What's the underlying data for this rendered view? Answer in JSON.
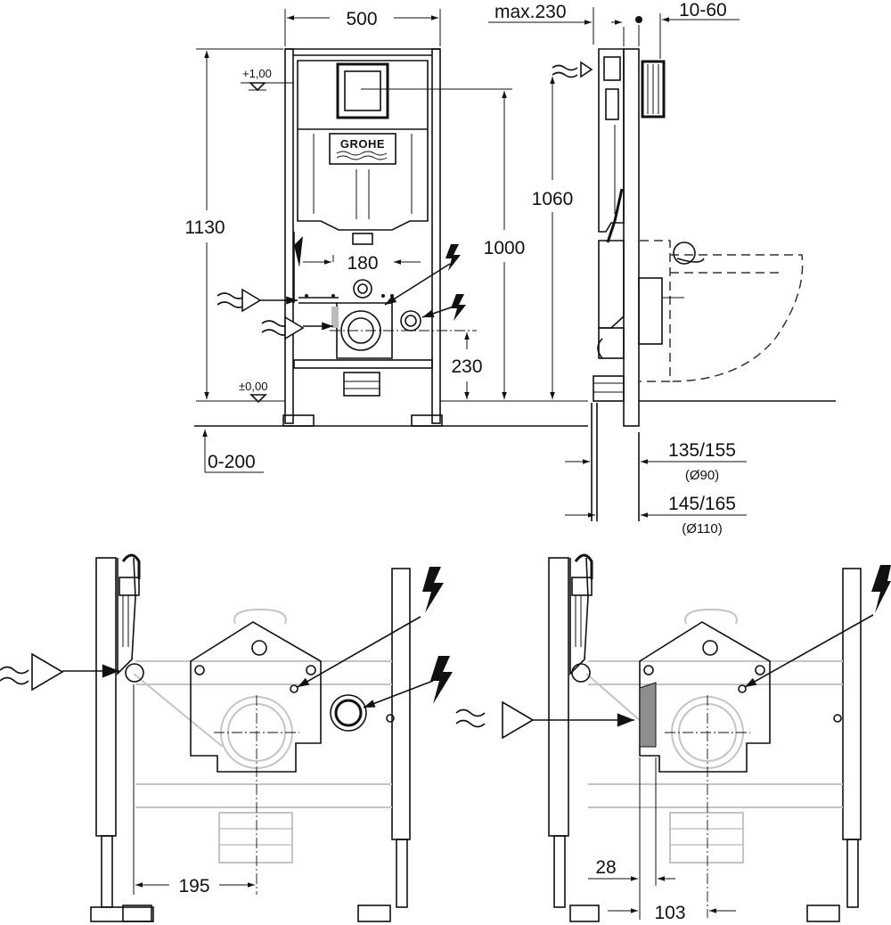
{
  "brand": "GROHE",
  "front_view": {
    "width": "500",
    "height": "1130",
    "drain_height": "1000",
    "inlet_spacing": "180",
    "outlet_height": "230",
    "level_top": "+1,00",
    "level_floor": "±0,00",
    "floor_adjust": "0-200"
  },
  "side_view": {
    "max_depth": "max.230",
    "wall_gap": "10-60",
    "height": "1060",
    "dim_a": "135/155",
    "dim_a_note": "(Ø90)",
    "dim_b": "145/165",
    "dim_b_note": "(Ø110)"
  },
  "detail_left": {
    "offset": "195"
  },
  "detail_right": {
    "offset_a": "28",
    "offset_b": "103"
  }
}
